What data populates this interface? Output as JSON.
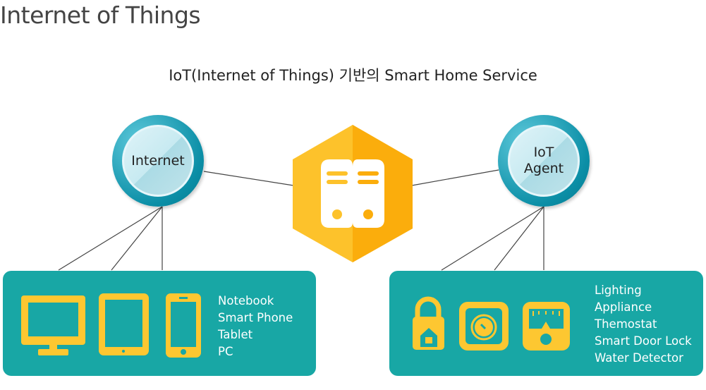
{
  "title": "Internet of Things",
  "subtitle": "IoT(Internet of Things) 기반의 Smart Home Service",
  "nodes": {
    "internet": "Internet",
    "agent_line1": "IoT",
    "agent_line2": "Agent"
  },
  "left_panel": {
    "items": [
      "Notebook",
      "Smart Phone",
      "Tablet",
      "PC"
    ]
  },
  "right_panel": {
    "items": [
      "Lighting",
      "Appliance",
      "Themostat",
      "Smart Door Lock",
      "Water Detector"
    ]
  },
  "colors": {
    "teal": "#18a7a5",
    "yellow": "#fdc731",
    "orange": "#fba900"
  }
}
